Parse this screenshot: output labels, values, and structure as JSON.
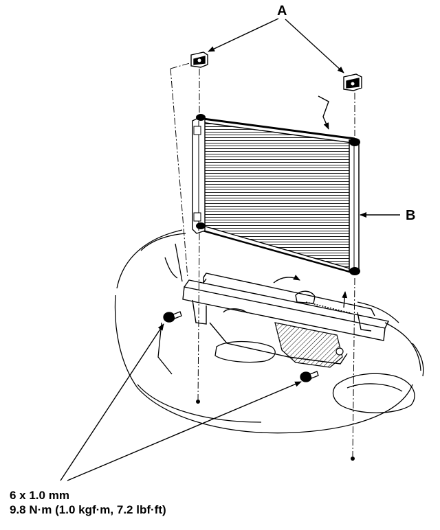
{
  "callouts": {
    "a": "A",
    "b": "B"
  },
  "fastener": {
    "size": "6 x 1.0 mm",
    "torque": "9.8 N·m (1.0 kgf·m, 7.2 lbf·ft)"
  },
  "icons": [
    "bracket-icon",
    "bolt-icon",
    "condenser-icon",
    "arrow-icon"
  ],
  "colors": {
    "line": "#000000",
    "background": "#ffffff"
  }
}
